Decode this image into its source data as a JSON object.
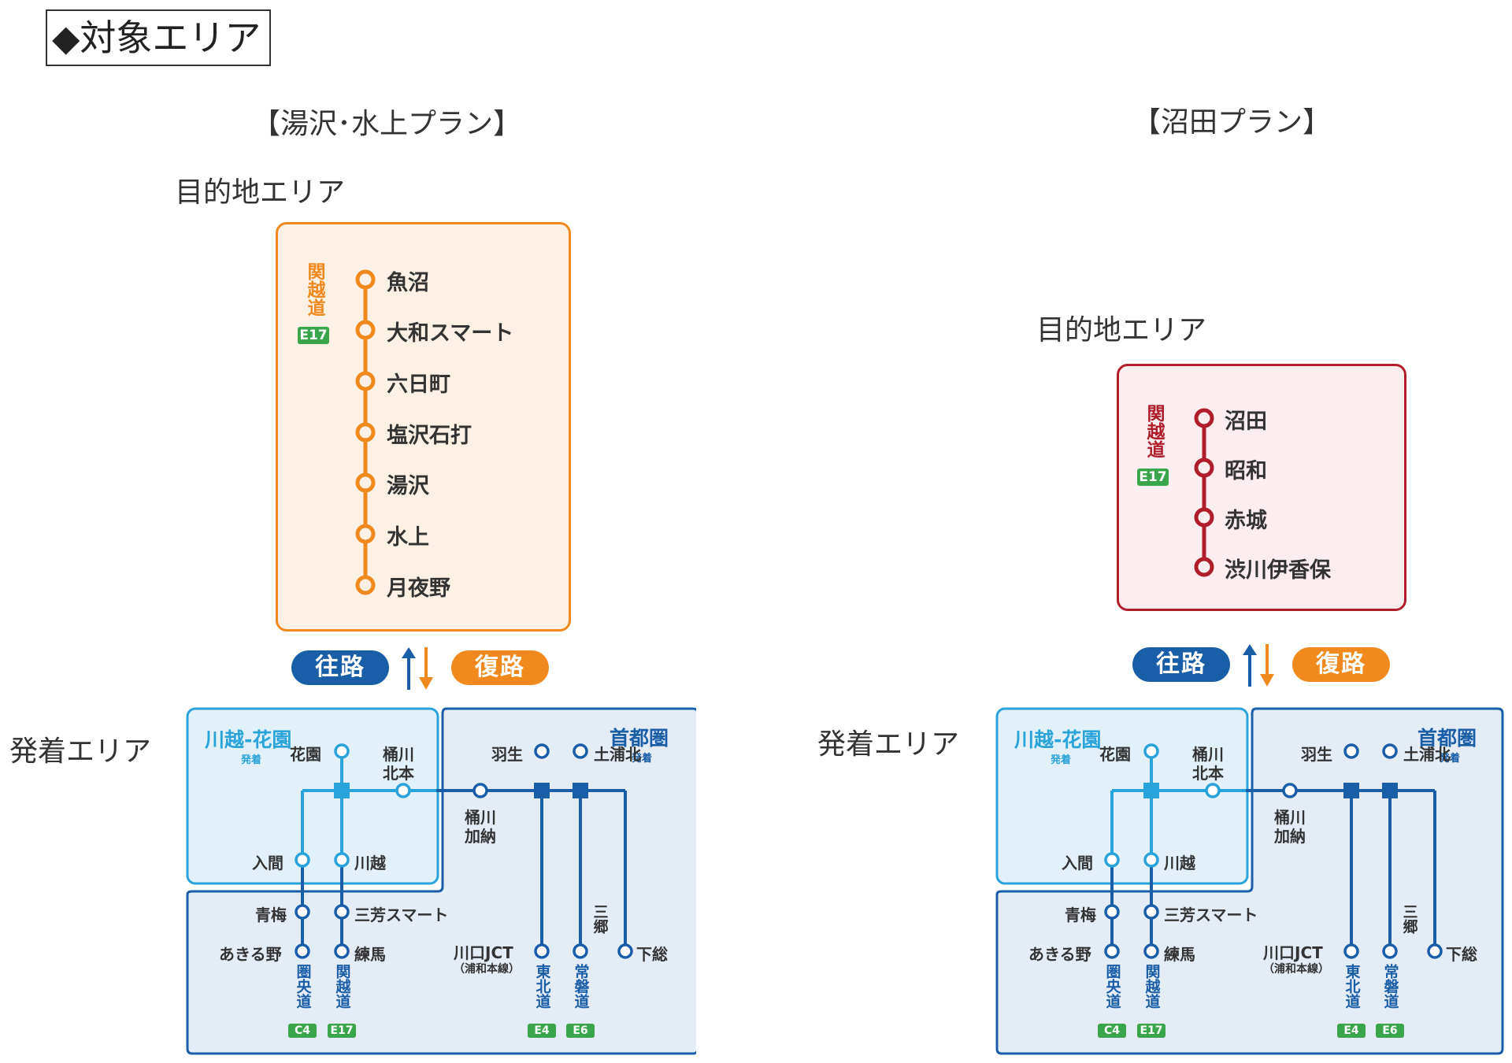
{
  "page": {
    "section_title": "◆対象エリア"
  },
  "left_plan": {
    "title": "【湯沢･水上プラン】",
    "destination_label": "目的地エリア",
    "departure_label": "発着エリア",
    "highway": "関越道",
    "highway_badge": "E17",
    "stations": [
      "魚沼",
      "大和スマート",
      "六日町",
      "塩沢石打",
      "湯沢",
      "水上",
      "月夜野"
    ]
  },
  "right_plan": {
    "title": "【沼田プラン】",
    "destination_label": "目的地エリア",
    "departure_label": "発着エリア",
    "highway": "関越道",
    "highway_badge": "E17",
    "stations": [
      "沼田",
      "昭和",
      "赤城",
      "渋川伊香保"
    ]
  },
  "direction": {
    "outbound": "往路",
    "return": "復路"
  },
  "departure_map": {
    "kawagoe_region": {
      "title": "川越-花園",
      "sub": "発着"
    },
    "shutoken_region": {
      "title": "首都圏",
      "sub": "発着"
    },
    "stations": {
      "hanazono": "花園",
      "okegawa_kitamoto_1": "桶川",
      "okegawa_kitamoto_2": "北本",
      "iruma": "入間",
      "kawagoe": "川越",
      "okegawa_kano_1": "桶川",
      "okegawa_kano_2": "加納",
      "hanyu": "羽生",
      "tsuchiura_kita": "土浦北",
      "ome": "青梅",
      "miyoshi_smart": "三芳スマート",
      "akiruno": "あきる野",
      "nerima": "練馬",
      "kawaguchi_jct": "川口JCT",
      "kawaguchi_sub": "（浦和本線）",
      "misato": "三郷",
      "shimofusa": "下総"
    },
    "highways": {
      "ken_o": {
        "name": "圏央道",
        "badge": "C4"
      },
      "kanetsu": {
        "name": "関越道",
        "badge": "E17"
      },
      "tohoku": {
        "name": "東北道",
        "badge": "E4"
      },
      "joban": {
        "name": "常磐道",
        "badge": "E6"
      }
    }
  },
  "colors": {
    "orange": "#f08a1e",
    "red": "#b01e2b",
    "blue": "#1a5ea8",
    "light_blue": "#29a3d9",
    "green": "#3aa54a"
  }
}
